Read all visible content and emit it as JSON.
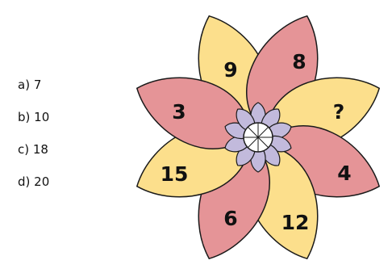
{
  "answer_options": [
    {
      "label": "a)",
      "value": "7"
    },
    {
      "label": "b)",
      "value": "10"
    },
    {
      "label": "c)",
      "value": "18"
    },
    {
      "label": "d)",
      "value": "20"
    }
  ],
  "petals": [
    {
      "number": "9",
      "color": "yellow"
    },
    {
      "number": "8",
      "color": "pink"
    },
    {
      "number": "?",
      "color": "yellow"
    },
    {
      "number": "4",
      "color": "pink"
    },
    {
      "number": "12",
      "color": "yellow"
    },
    {
      "number": "6",
      "color": "pink"
    },
    {
      "number": "15",
      "color": "yellow"
    },
    {
      "number": "3",
      "color": "pink"
    }
  ],
  "colors": {
    "yellow": "#FCDF8C",
    "pink": "#E59497",
    "center_purple": "#C2BADC",
    "outline": "#1A1A1A",
    "center_circle": "#FFFFFF"
  }
}
